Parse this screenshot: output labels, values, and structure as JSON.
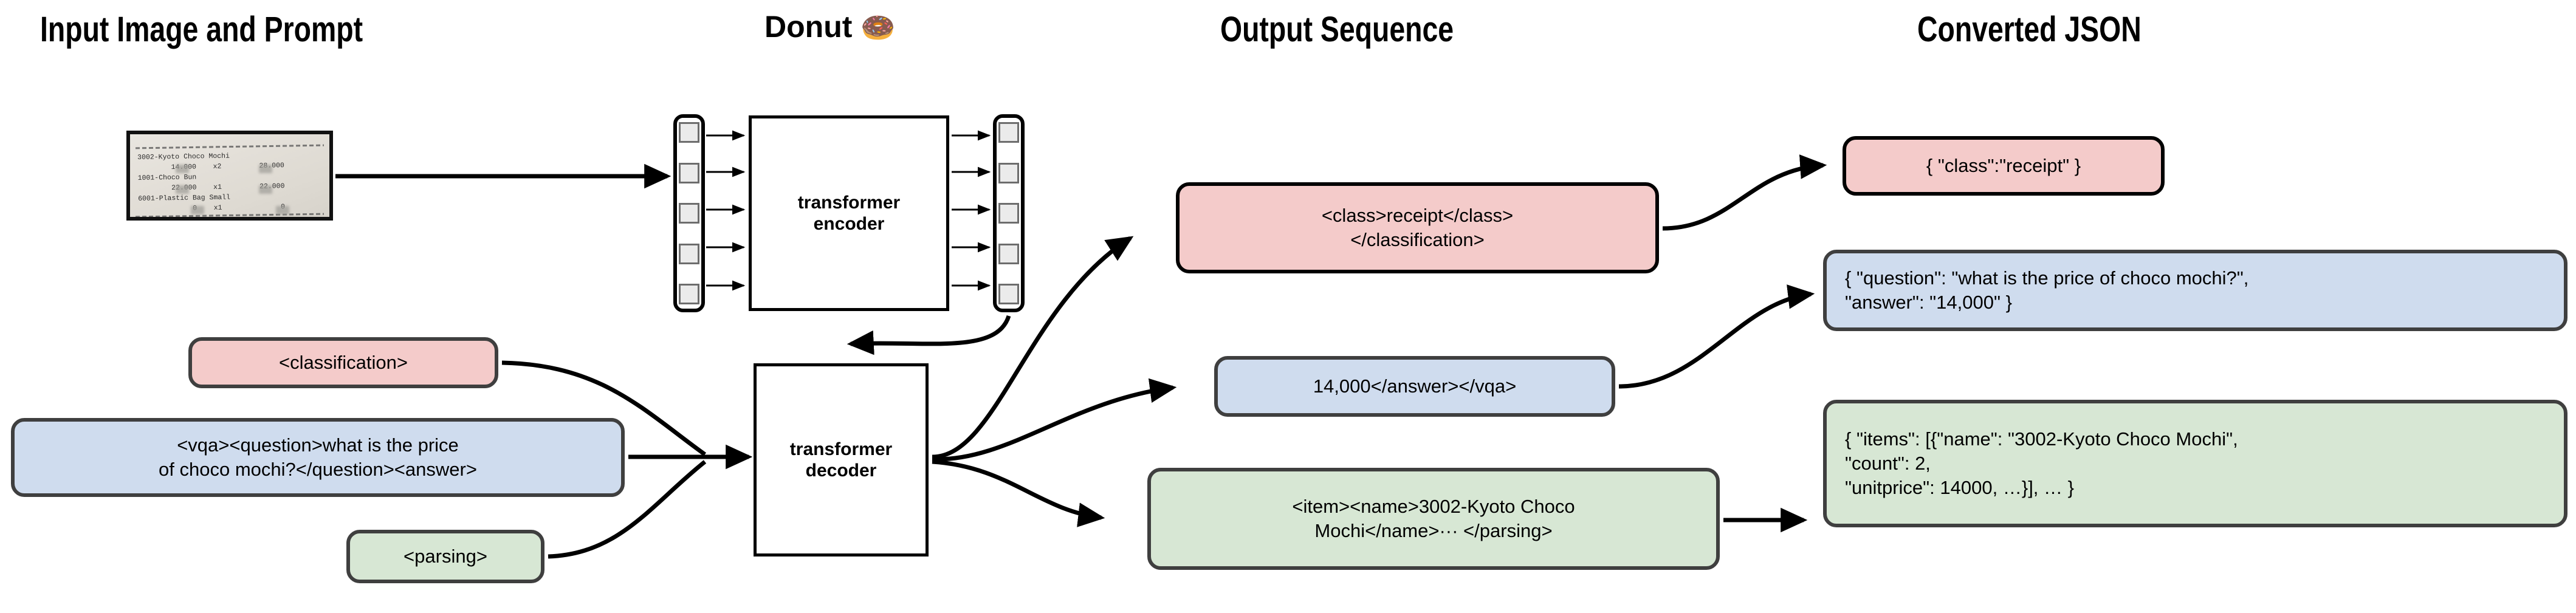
{
  "headers": [
    {
      "id": "input",
      "label": "Input Image and Prompt"
    },
    {
      "id": "donut",
      "label": "Donut ",
      "emoji": "🍩"
    },
    {
      "id": "output",
      "label": "Output Sequence"
    },
    {
      "id": "json",
      "label": "Converted JSON"
    }
  ],
  "receipt": {
    "lines": [
      "3002-Kyoto Choco Mochi",
      "        14.000    x2         28.000",
      "1001-Choco Bun",
      "        22.000    x1         22.000",
      "6001-Plastic Bag Small",
      "             0    x1              0"
    ]
  },
  "model": {
    "encoder_label": "transformer\nencoder",
    "decoder_label": "transformer\ndecoder",
    "encoder_input_tokens": 5,
    "encoder_output_tokens": 5
  },
  "prompts": [
    {
      "id": "classification",
      "text": "<classification>",
      "color": "pink"
    },
    {
      "id": "vqa",
      "text": "<vqa><question>what is the price\nof choco mochi?</question><answer>",
      "color": "blue"
    },
    {
      "id": "parsing",
      "text": "<parsing>",
      "color": "green"
    }
  ],
  "output_sequence": [
    {
      "id": "class-out",
      "text": "<class>receipt</class>\n</classification>",
      "color": "pink"
    },
    {
      "id": "vqa-out",
      "text": "14,000</answer></vqa>",
      "color": "blue"
    },
    {
      "id": "parse-out",
      "text": "<item><name>3002-Kyoto Choco\nMochi</name>··· </parsing>",
      "color": "green"
    }
  ],
  "converted_json": [
    {
      "id": "json-class",
      "text": "{ \"class\":\"receipt\" }",
      "color": "pink"
    },
    {
      "id": "json-vqa",
      "text": "{ \"question\": \"what is the price of choco mochi?\",\n  \"answer\": \"14,000\" }",
      "color": "blue"
    },
    {
      "id": "json-parse",
      "text": "{ \"items\": [{\"name\": \"3002-Kyoto Choco Mochi\",\n     \"count\": 2,\n     \"unitprice\": 14000, …}], … }",
      "color": "green"
    }
  ],
  "colors": {
    "pink": "#f4cbca",
    "blue": "#cfdcee",
    "green": "#d7e7d4",
    "border_gray": "#3f3f3f",
    "border_black": "#000000",
    "token_fill": "#ebebeb",
    "token_border": "#6d6d6d"
  }
}
